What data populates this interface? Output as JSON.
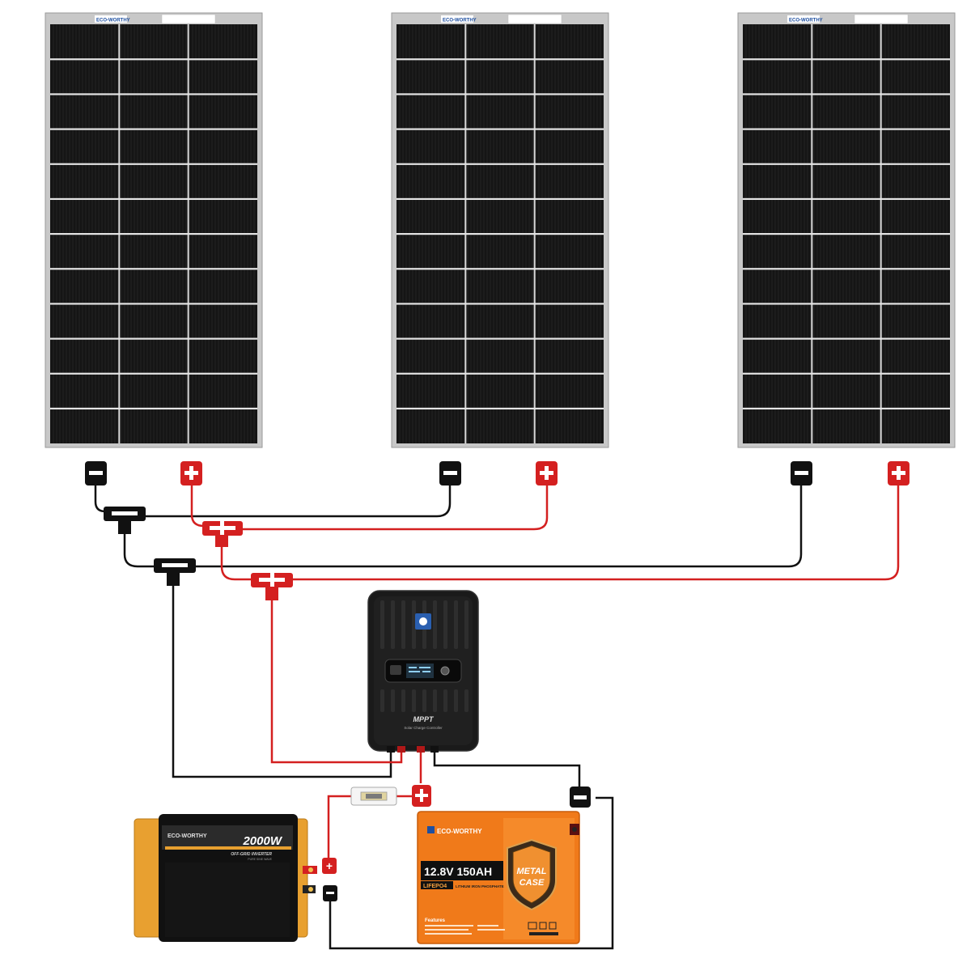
{
  "panels": [
    {
      "brand": "ECO-WORTHY",
      "neg_symbol": "−",
      "pos_symbol": "+"
    },
    {
      "brand": "ECO-WORTHY",
      "neg_symbol": "−",
      "pos_symbol": "+"
    },
    {
      "brand": "ECO-WORTHY",
      "neg_symbol": "−",
      "pos_symbol": "+"
    }
  ],
  "panel_grid": {
    "cols": 3,
    "rows": 12
  },
  "controller": {
    "label_main": "MPPT",
    "label_sub": "Solar Charge Controller"
  },
  "inverter": {
    "brand": "ECO-WORTHY",
    "power": "2000W",
    "type": "OFF-GRID INVERTER",
    "subtype": "PURE SINE WAVE",
    "pos_symbol": "+",
    "neg_symbol": "−"
  },
  "battery": {
    "brand": "ECO-WORTHY",
    "spec": "12.8V 150AH",
    "chem": "LIFEPO4",
    "chem_desc": "LITHIUM IRON PHOSPHATE",
    "badge_line1": "METAL",
    "badge_line2": "CASE",
    "features_title": "Features",
    "pos_symbol": "+",
    "neg_symbol": "−"
  },
  "colors": {
    "pos_wire": "#d42020",
    "neg_wire": "#111111",
    "panel_frame": "#c8c8c8",
    "cell": "#151515",
    "battery_orange": "#f07a1a",
    "inverter_orange": "#e8a030"
  }
}
